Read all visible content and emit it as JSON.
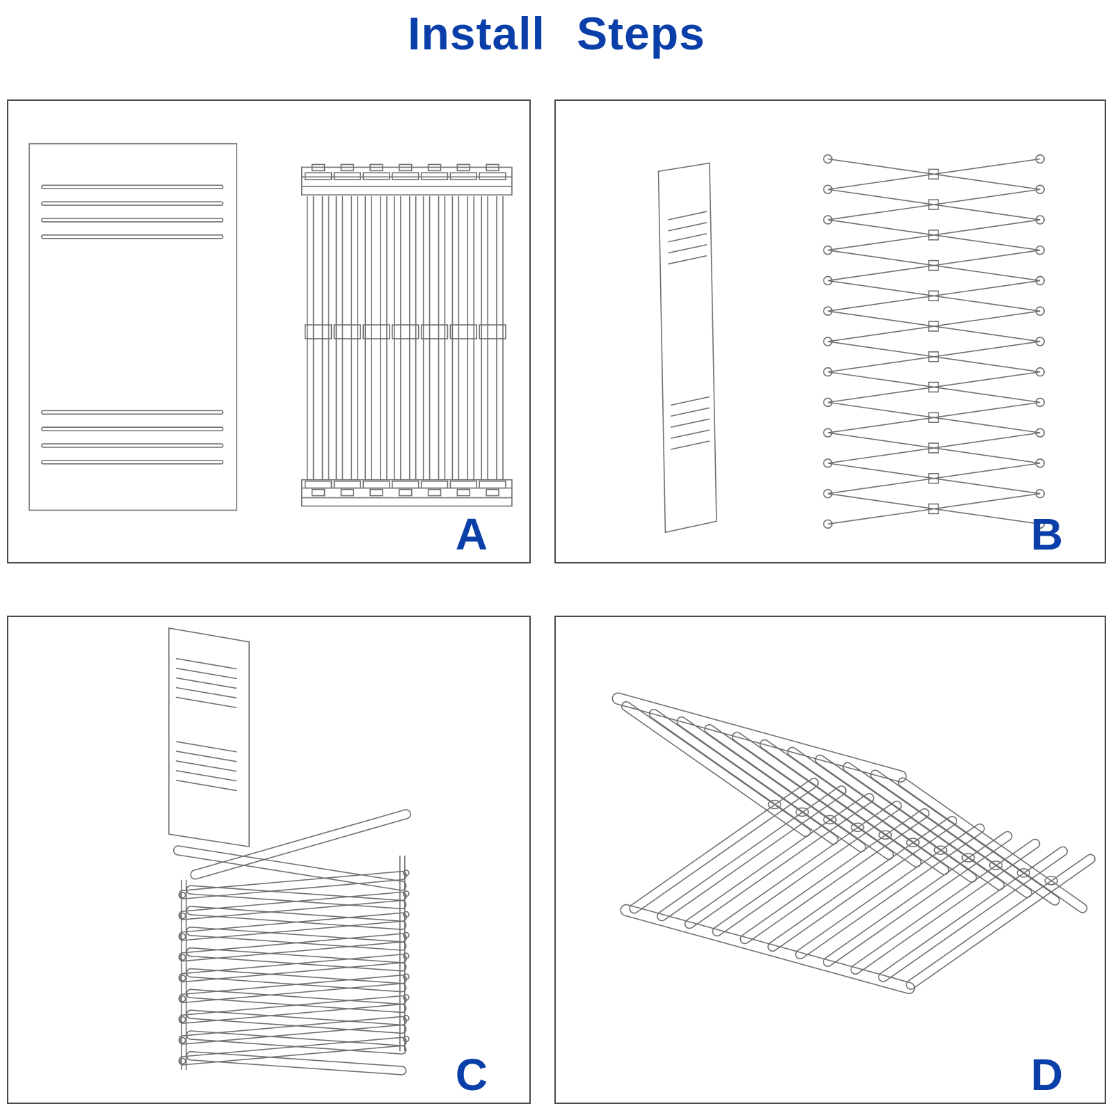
{
  "title": "Install Steps",
  "colors": {
    "accent": "#0a3ea8",
    "line": "#6f6f6f"
  },
  "panels": [
    {
      "label": "A",
      "figure": "flat-side-board-and-collapsed-rack"
    },
    {
      "label": "B",
      "figure": "side-board-and-expanded-scissor-rack"
    },
    {
      "label": "C",
      "figure": "board-inserted-into-folding-rack"
    },
    {
      "label": "D",
      "figure": "assembled-x-shape-drying-rack"
    }
  ]
}
